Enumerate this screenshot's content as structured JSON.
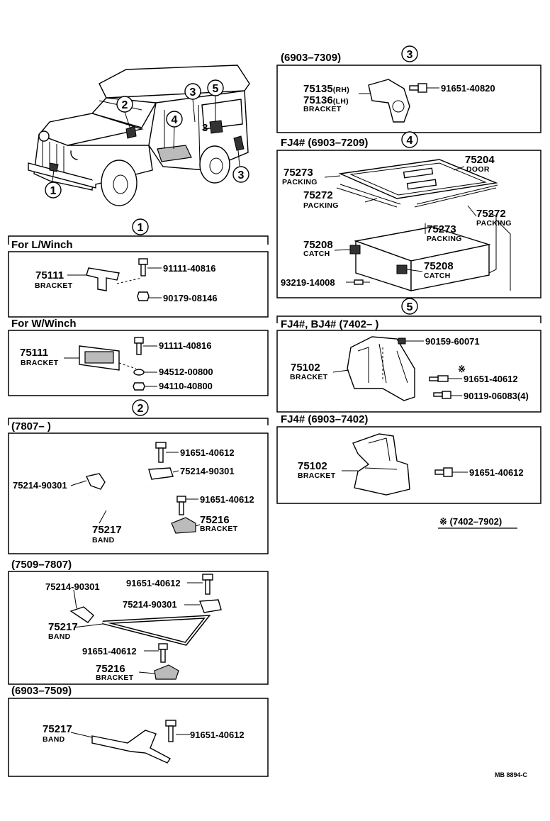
{
  "sections": {
    "s1": {
      "callout": "1",
      "l_winch": {
        "header": "For  L/Winch",
        "bracket_part": "75111",
        "bracket_name": "BRACKET",
        "bolt": "91111-40816",
        "nut": "90179-08146"
      },
      "w_winch": {
        "header": "For  W/Winch",
        "bracket_part": "75111",
        "bracket_name": "BRACKET",
        "bolt": "91111-40816",
        "washer": "94512-00800",
        "nut": "94110-40800"
      }
    },
    "s2": {
      "callout": "2",
      "a": {
        "range": "(7807–         )",
        "bolt1": "91651-40612",
        "clamp_r": "75214-90301",
        "clamp_l": "75214-90301",
        "bolt2": "91651-40612",
        "bracket_part": "75216",
        "bracket_name": "BRACKET",
        "band_part": "75217",
        "band_name": "BAND"
      },
      "b": {
        "range": "(7509–7807)",
        "clamp1": "75214-90301",
        "bolt1": "91651-40612",
        "clamp2": "75214-90301",
        "band_part": "75217",
        "band_name": "BAND",
        "bolt2": "91651-40612",
        "bracket_part": "75216",
        "bracket_name": "BRACKET"
      },
      "c": {
        "range": "(6903–7509)",
        "band_part": "75217",
        "band_name": "BAND",
        "bolt": "91651-40612"
      }
    },
    "s3": {
      "range": "(6903–7309)",
      "callout": "3",
      "rh_part": "75135",
      "rh_tag": "(RH)",
      "lh_part": "75136",
      "lh_tag": "(LH)",
      "name": "BRACKET",
      "bolt": "91651-40820"
    },
    "s4": {
      "header": "FJ4#  (6903–7209)",
      "callout": "4",
      "door_part": "75204",
      "door_name": "DOOR",
      "packing1_part": "75273",
      "packing1_name": "PACKING",
      "packing2_part": "75272",
      "packing2_name": "PACKING",
      "packing3_part": "75272",
      "packing3_name": "PACKING",
      "packing4_part": "75273",
      "packing4_name": "PACKING",
      "catch1_part": "75208",
      "catch1_name": "CATCH",
      "catch2_part": "75208",
      "catch2_name": "CATCH",
      "screw": "93219-14008"
    },
    "s5": {
      "callout": "5",
      "a": {
        "header": "FJ4#, BJ4#  (7402–          )",
        "bolt1": "90159-60071",
        "bracket_part": "75102",
        "bracket_name": "BRACKET",
        "mark": "※",
        "bolt2": "91651-40612",
        "bolt3": "90119-06083(4)"
      },
      "b": {
        "header": "FJ4#  (6903–7402)",
        "bracket_part": "75102",
        "bracket_name": "BRACKET",
        "bolt": "91651-40612"
      },
      "note": "※ (7402–7902)"
    }
  },
  "vehicle_callouts": [
    "2",
    "3",
    "5",
    "4",
    "3",
    "1"
  ],
  "vehicle_mark": "3",
  "footer": "MB 8894-C"
}
